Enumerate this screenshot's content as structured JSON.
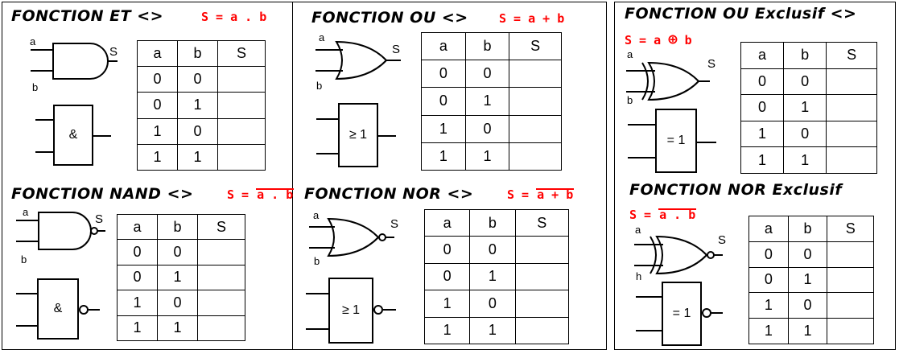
{
  "gates": [
    {
      "id": "et",
      "title": "FONCTION ET <>",
      "formula": "S = a . b",
      "neg": false,
      "block": "&",
      "kind": "and"
    },
    {
      "id": "ou",
      "title": "FONCTION OU <>",
      "formula": "S = a + b",
      "neg": false,
      "block": "≥ 1",
      "kind": "or"
    },
    {
      "id": "xor",
      "title": "FONCTION OU Exclusif <>",
      "formula_pre": "S = a",
      "formula_op": "⊕",
      "formula_post": "b",
      "neg": false,
      "block": "= 1",
      "kind": "xor"
    },
    {
      "id": "nand",
      "title": "FONCTION NAND <>",
      "formula_pre": "S =",
      "formula_over": "a . b",
      "neg": true,
      "block": "&",
      "kind": "and"
    },
    {
      "id": "nor",
      "title": "FONCTION NOR <>",
      "formula_pre": "S =",
      "formula_over": "a + b",
      "neg": true,
      "block": "≥ 1",
      "kind": "or"
    },
    {
      "id": "xnor",
      "title": "FONCTION NOR Exclusif",
      "formula_pre": "S =",
      "formula_over": "a . b",
      "neg": true,
      "block": "= 1",
      "kind": "xor"
    }
  ],
  "labels": {
    "a": "a",
    "b": "b",
    "s": "S",
    "h": "h"
  },
  "table": {
    "headers": [
      "a",
      "b",
      "S"
    ],
    "rows": [
      [
        "0",
        "0",
        ""
      ],
      [
        "0",
        "1",
        ""
      ],
      [
        "1",
        "0",
        ""
      ],
      [
        "1",
        "1",
        ""
      ]
    ]
  }
}
